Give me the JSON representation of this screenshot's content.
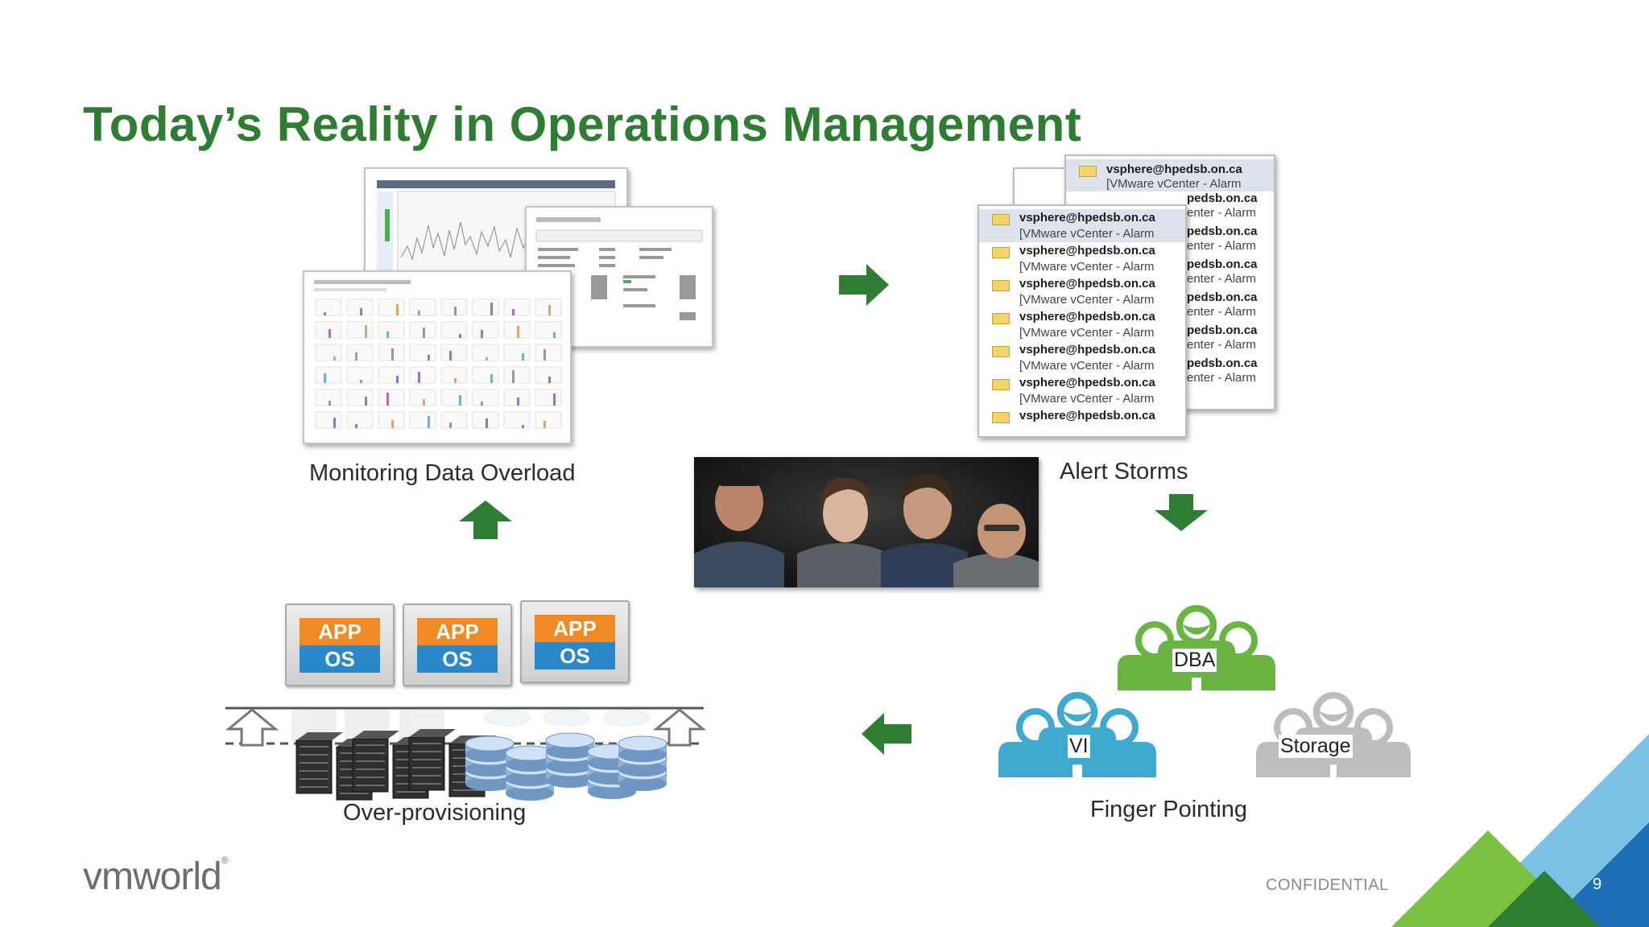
{
  "slide": {
    "title": "Today’s Reality in Operations Management",
    "page_number": "9",
    "confidential": "CONFIDENTIAL",
    "logo_text": "vmworld",
    "logo_registered": "®"
  },
  "captions": {
    "monitoring": "Monitoring Data Overload",
    "alerts": "Alert Storms",
    "finger": "Finger Pointing",
    "overprov": "Over-provisioning"
  },
  "email_list": {
    "items": [
      {
        "sender": "vsphere@hpedsb.on.ca",
        "subject": "[VMware vCenter - Alarm"
      },
      {
        "sender": "vsphere@hpedsb.on.ca",
        "subject": "[VMware vCenter - Alarm"
      },
      {
        "sender": "vsphere@hpedsb.on.ca",
        "subject": "[VMware vCenter - Alarm"
      },
      {
        "sender": "vsphere@hpedsb.on.ca",
        "subject": "[VMware vCenter - Alarm"
      },
      {
        "sender": "vsphere@hpedsb.on.ca",
        "subject": "[VMware vCenter - Alarm"
      },
      {
        "sender": "vsphere@hpedsb.on.ca",
        "subject": "[VMware vCenter - Alarm"
      },
      {
        "sender": "vsphere@hpedsb.on.ca",
        "subject": ""
      }
    ],
    "back_top_sender": "vsphere@hpedsb.on.ca",
    "back_top_subject": "[VMware vCenter - Alarm",
    "back_fragment_sender": "pedsb.on.ca",
    "back_fragment_subject": "enter - Alarm"
  },
  "stack_labels": {
    "app": "APP",
    "os": "OS"
  },
  "teams": {
    "dba": "DBA",
    "vi": "VI",
    "storage": "Storage"
  },
  "colors": {
    "title_green": "#2e7d32",
    "arrow_green": "#2e7d32",
    "dba_green": "#6ab444",
    "vi_blue": "#3fa9d0",
    "storage_gray": "#bdbdbd",
    "app_orange": "#f08a24",
    "os_blue": "#2a88c9",
    "corner_light_blue": "#7cc1e6",
    "corner_blue": "#1d6fb8",
    "corner_light_green": "#7bbf43",
    "corner_dark_green": "#2e7d32"
  }
}
